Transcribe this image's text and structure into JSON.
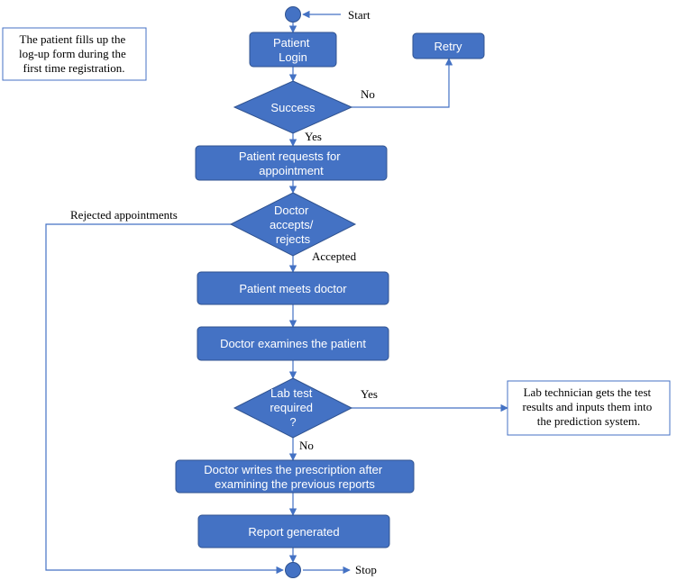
{
  "colors": {
    "fill": "#4472C4",
    "stroke": "#2F528F",
    "line": "#4472C4",
    "note_border": "#4472C4"
  },
  "terminals": {
    "start": "Start",
    "stop": "Stop"
  },
  "note_left": [
    "The patient fills up the",
    "log-up form during the",
    "first time registration."
  ],
  "note_right": [
    "Lab technician gets the test",
    "results and inputs them into",
    "the prediction system."
  ],
  "nodes": {
    "login": [
      "Patient",
      "Login"
    ],
    "retry": [
      "Retry"
    ],
    "success": [
      "Success"
    ],
    "request": [
      "Patient requests for",
      "appointment"
    ],
    "doctor_decision": [
      "Doctor",
      "accepts/",
      "rejects"
    ],
    "meets": [
      "Patient meets doctor"
    ],
    "examines": [
      "Doctor examines the patient"
    ],
    "lab_decision": [
      "Lab test",
      "required",
      "?"
    ],
    "prescription": [
      "Doctor writes the prescription after",
      "examining the previous reports"
    ],
    "report": [
      "Report generated"
    ]
  },
  "edge_labels": {
    "no_retry": "No",
    "yes_success": "Yes",
    "rejected": "Rejected appointments",
    "accepted": "Accepted",
    "yes_lab": "Yes",
    "no_lab": "No"
  }
}
